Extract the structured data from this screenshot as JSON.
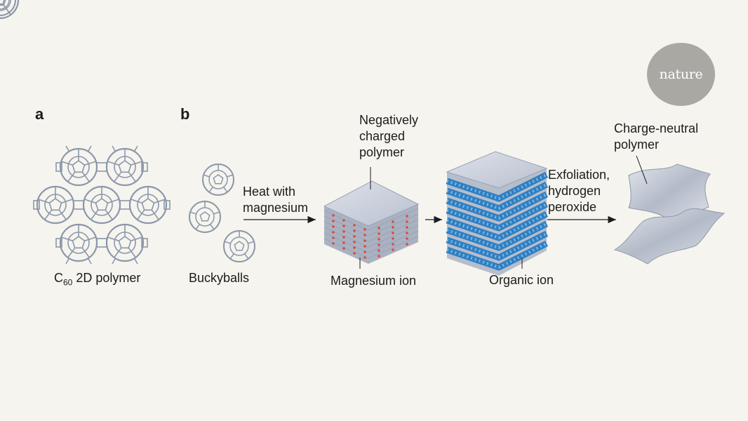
{
  "logo": {
    "text": "nature"
  },
  "panels": {
    "a": {
      "letter": "a",
      "label_main": "C",
      "label_sub": "60",
      "label_rest": " 2D polymer"
    },
    "b": {
      "letter": "b",
      "buckyballs": "Buckyballs",
      "step1": [
        "Heat with",
        "magnesium"
      ],
      "neg_polymer": [
        "Negatively",
        "charged",
        "polymer"
      ],
      "magnesium_ion": "Magnesium ion",
      "organic_ion": "Organic ion",
      "step3": [
        "Exfoliation,",
        "hydrogen",
        "peroxide"
      ],
      "neutral_polymer": [
        "Charge-neutral",
        "polymer"
      ]
    }
  },
  "colors": {
    "background": "#f5f4ee",
    "lattice": "#8c97ab",
    "sheet": "#c9cfdb",
    "magnesium": "#d94b3c",
    "organic": "#3e92d2",
    "logo": "#a9a8a3"
  }
}
